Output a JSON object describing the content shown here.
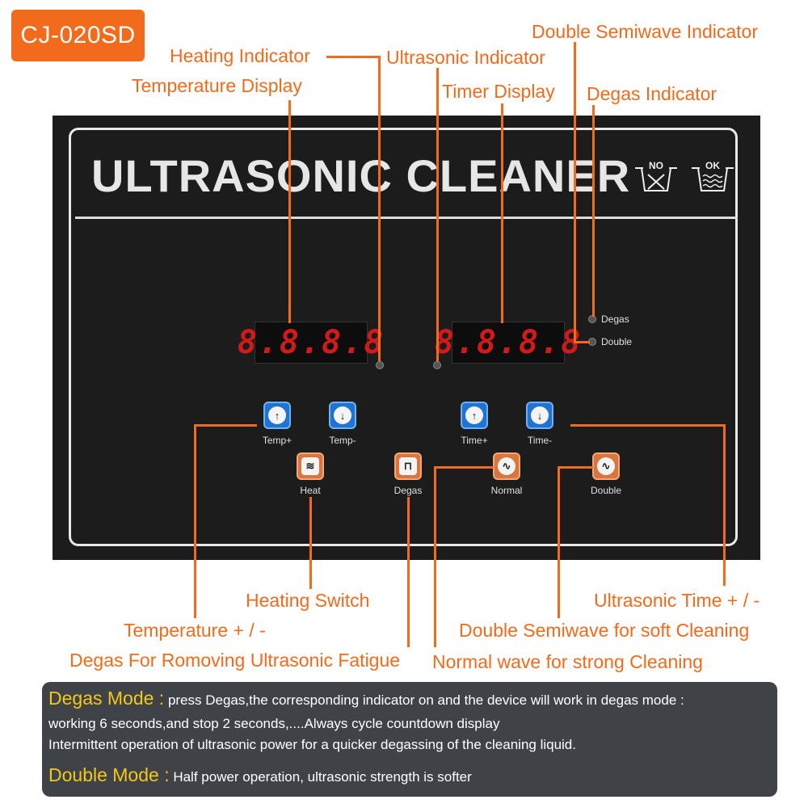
{
  "model": "CJ-020SD",
  "callouts": {
    "heating_indicator": "Heating Indicator",
    "temperature_display": "Temperature Display",
    "ultrasonic_indicator": "Ultrasonic Indicator",
    "timer_display": "Timer Display",
    "double_semiwave_indicator": "Double Semiwave Indicator",
    "degas_indicator": "Degas Indicator",
    "heating_switch": "Heating Switch",
    "temperature_pm": "Temperature + / -",
    "degas_fatigue": "Degas For Romoving Ultrasonic Fatigue",
    "ultrasonic_time_pm": "Ultrasonic Time + / -",
    "double_semiwave_soft": "Double Semiwave for soft Cleaning",
    "normal_wave_strong": "Normal wave for strong Cleaning"
  },
  "panel": {
    "title": "ULTRASONIC CLEANER",
    "no_label": "NO",
    "ok_label": "OK",
    "temp_display": "8.8.8.8",
    "timer_display": "8.8.8.8",
    "led_degas": "Degas",
    "led_double": "Double"
  },
  "buttons": {
    "temp_plus": "Temp+",
    "temp_minus": "Temp-",
    "time_plus": "Time+",
    "time_minus": "Time-",
    "heat": "Heat",
    "degas": "Degas",
    "normal": "Normal",
    "double": "Double"
  },
  "notes": {
    "degas_head": "Degas Mode :",
    "degas_line1": "press Degas,the corresponding indicator on and the device will work in degas mode :",
    "degas_line2": "working 6 seconds,and stop 2 seconds,....Always cycle countdown display",
    "degas_line3": "Intermittent operation of ultrasonic power for a quicker degassing of the cleaning liquid.",
    "double_head": "Double Mode :",
    "double_line1": "Half power operation, ultrasonic strength is softer"
  },
  "colors": {
    "accent": "#f26a1b",
    "panel": "#1c1c1c",
    "digit": "#d11a1a",
    "note_bg": "#3f4348",
    "note_head": "#f2c81a"
  }
}
